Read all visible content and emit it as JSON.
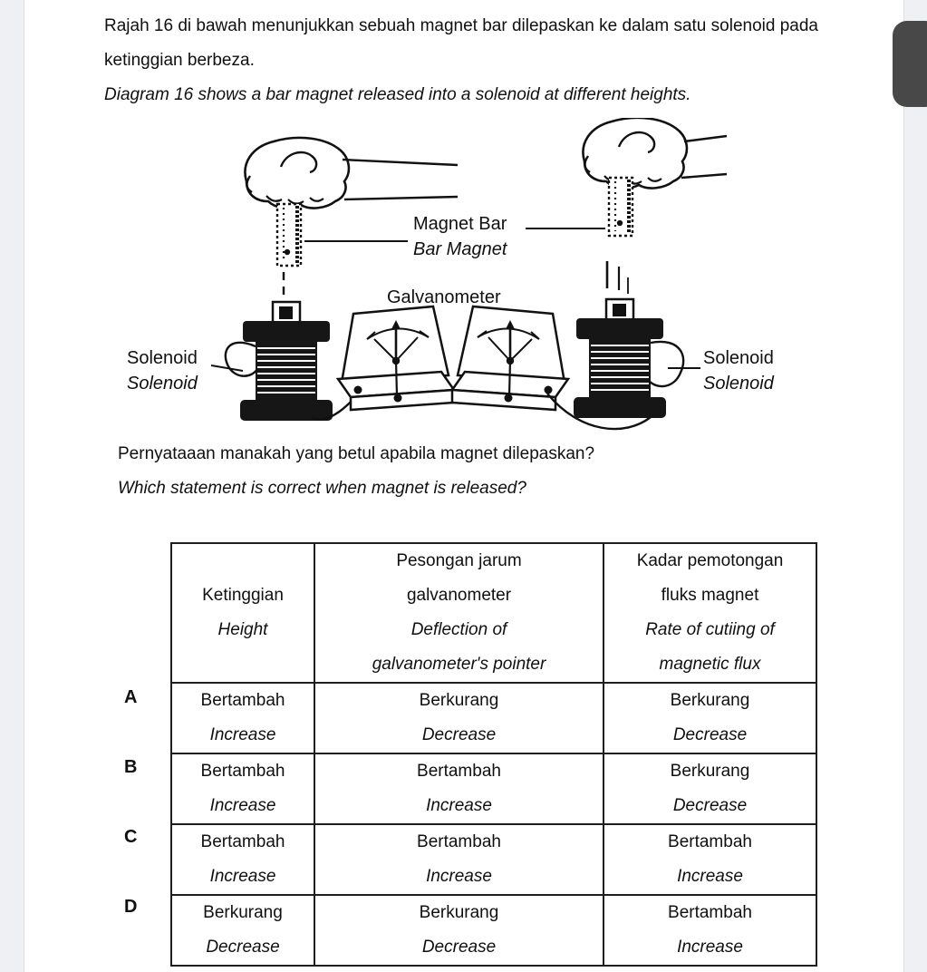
{
  "chrome": {
    "gutter_color": "#eef0f4",
    "scrollbar_thumb_color": "#484848"
  },
  "intro": {
    "my": "Rajah 16 di bawah menunjukkan sebuah magnet bar dilepaskan ke dalam satu solenoid pada ketinggian berbeza.",
    "en": "Diagram 16 shows a bar magnet released into a solenoid at different heights."
  },
  "diagram": {
    "labels": {
      "magnet_bar_my": "Magnet Bar",
      "magnet_bar_en": "Bar Magnet",
      "galvanometer": "Galvanometer",
      "solenoid_left_my": "Solenoid",
      "solenoid_left_en": "Solenoid",
      "solenoid_right_my": "Solenoid",
      "solenoid_right_en": "Solenoid"
    }
  },
  "question": {
    "my": "Pernyataaan manakah yang betul apabila magnet dilepaskan?",
    "en": "Which statement is correct when magnet is released?"
  },
  "table": {
    "headers": [
      {
        "l1": "Ketinggian",
        "l2": "Height"
      },
      {
        "l1": "Pesongan jarum",
        "l2": "galvanometer",
        "l3": "Deflection of",
        "l4": "galvanometer's pointer"
      },
      {
        "l1": "Kadar pemotongan",
        "l2": "fluks magnet",
        "l3": "Rate of cutiing of",
        "l4": "magnetic flux"
      }
    ],
    "rows": [
      {
        "letter": "A",
        "cells": [
          {
            "my": "Bertambah",
            "en": "Increase"
          },
          {
            "my": "Berkurang",
            "en": "Decrease"
          },
          {
            "my": "Berkurang",
            "en": "Decrease"
          }
        ]
      },
      {
        "letter": "B",
        "cells": [
          {
            "my": "Bertambah",
            "en": "Increase"
          },
          {
            "my": "Bertambah",
            "en": "Increase"
          },
          {
            "my": "Berkurang",
            "en": "Decrease"
          }
        ]
      },
      {
        "letter": "C",
        "cells": [
          {
            "my": "Bertambah",
            "en": "Increase"
          },
          {
            "my": "Bertambah",
            "en": "Increase"
          },
          {
            "my": "Bertambah",
            "en": "Increase"
          }
        ]
      },
      {
        "letter": "D",
        "cells": [
          {
            "my": "Berkurang",
            "en": "Decrease"
          },
          {
            "my": "Berkurang",
            "en": "Decrease"
          },
          {
            "my": "Bertambah",
            "en": "Increase"
          }
        ]
      }
    ]
  }
}
